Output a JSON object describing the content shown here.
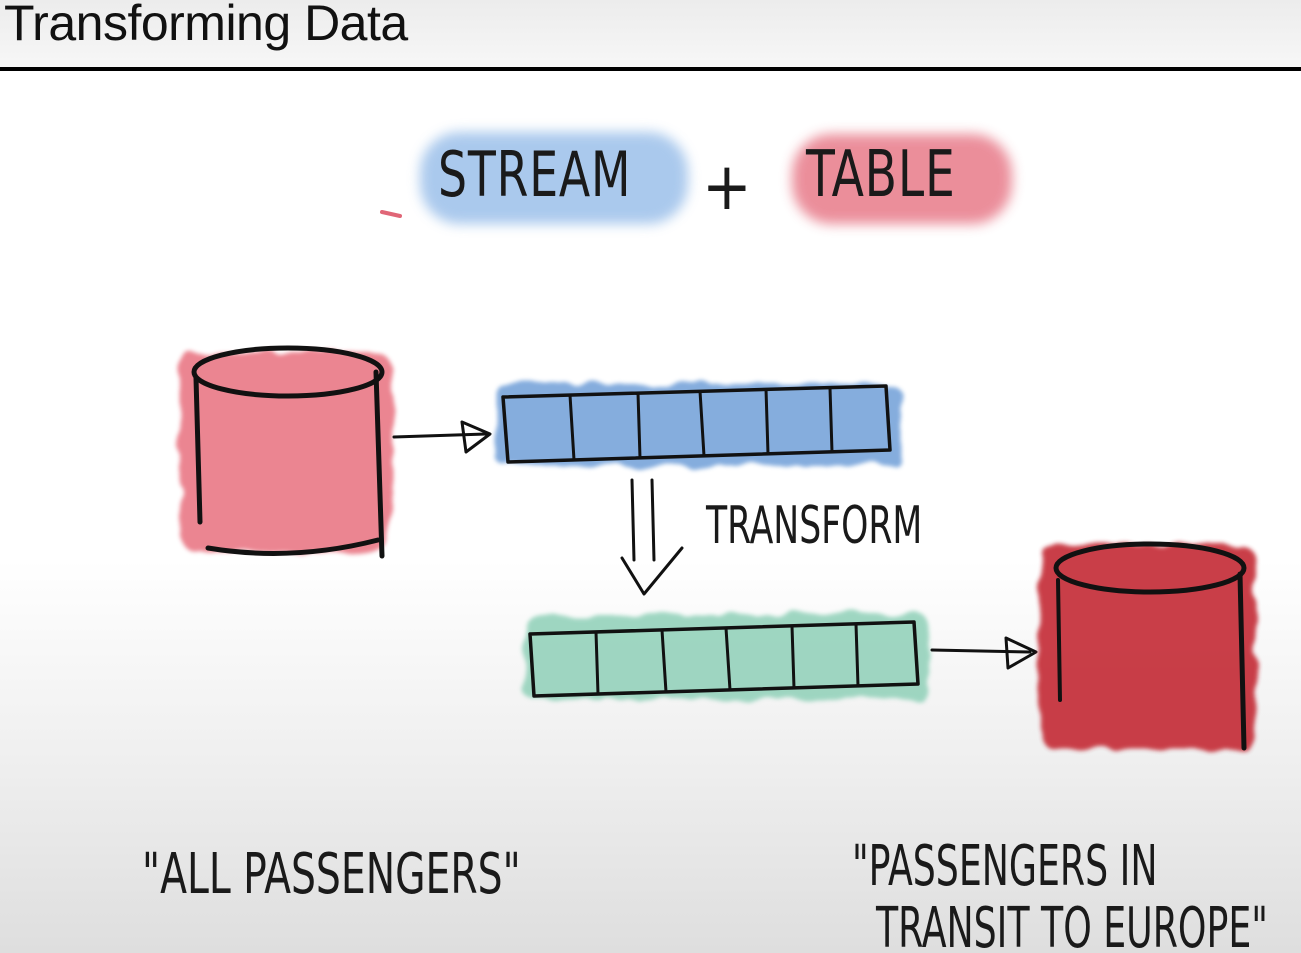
{
  "slide": {
    "title": "Transforming Data"
  },
  "heading": {
    "stream_label": "STREAM",
    "plus": "+",
    "table_label": "TABLE",
    "stream_color": "#7aa7dd",
    "table_color": "#e06677"
  },
  "diagram": {
    "transform_label": "TRANSFORM",
    "source_caption": "\"ALL PASSENGERS\"",
    "target_caption_line1": "\"PASSENGERS IN",
    "target_caption_line2": "TRANSIT TO EUROPE\"",
    "source_table_color": "#e8707e",
    "target_table_color": "#c42b36",
    "input_stream_color": "#6f9fd8",
    "output_stream_color": "#8fd0b8"
  }
}
